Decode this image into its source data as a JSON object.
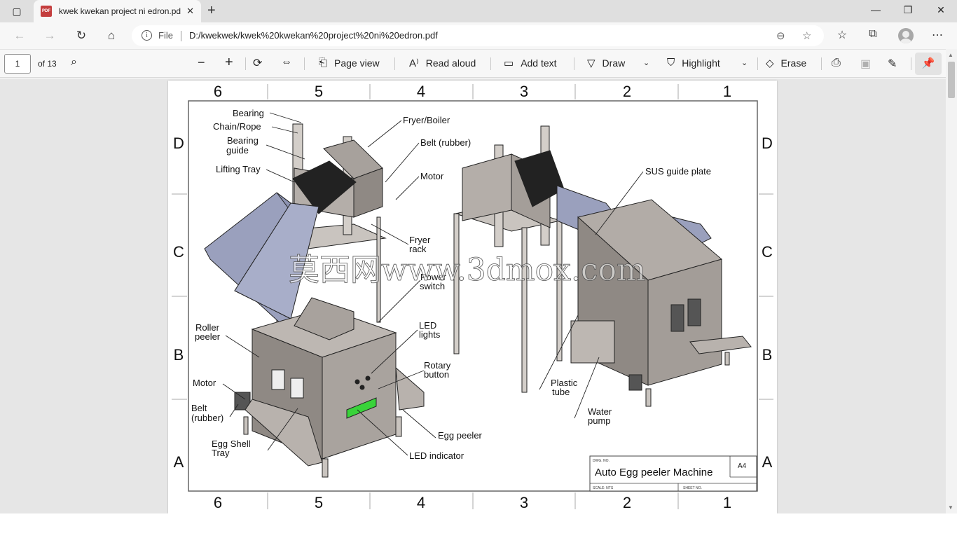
{
  "browser": {
    "tab_title": "kwek kwekan project ni edron.pdf",
    "favicon_text": "PDF",
    "address": {
      "file_label": "File",
      "url": "D:/kwekwek/kwek%20kwekan%20project%20ni%20edron.pdf"
    }
  },
  "pdf_toolbar": {
    "page_number": "1",
    "page_count": "of 13",
    "page_view": "Page view",
    "read_aloud": "Read aloud",
    "add_text": "Add text",
    "draw": "Draw",
    "highlight": "Highlight",
    "erase": "Erase"
  },
  "drawing": {
    "col_labels": [
      "6",
      "5",
      "4",
      "3",
      "2",
      "1"
    ],
    "row_labels": [
      "D",
      "C",
      "B",
      "A"
    ],
    "callouts_left": [
      "Bearing",
      "Chain/Rope",
      "Bearing",
      "guide",
      "Lifting Tray",
      "Fryer/Boiler",
      "Belt (rubber)",
      "Motor",
      "Fryer",
      "rack",
      "Power",
      "switch",
      "Roller",
      "peeler",
      "LED",
      "lights",
      "Rotary",
      "button",
      "Motor",
      "Belt",
      "(rubber)",
      "Egg Shell",
      "Tray",
      "Egg peeler",
      "LED indicator"
    ],
    "callouts_right": [
      "SUS guide plate",
      "Plastic",
      "tube",
      "Water",
      "pump"
    ],
    "watermark": "莫西网www.3dmox.com",
    "title_block": {
      "dwg_label": "DWG. NO.",
      "title": "Auto Egg peeler Machine",
      "size": "A4",
      "scale_label": "SCALE: NTS",
      "sheet_label": "SHEET NO."
    }
  },
  "colors": {
    "tray_fill": "#9aa0bd",
    "body_fill": "#b2aca7",
    "body_dark": "#8f8984",
    "led_green": "#39d33a",
    "frame": "#c9c4bf"
  }
}
